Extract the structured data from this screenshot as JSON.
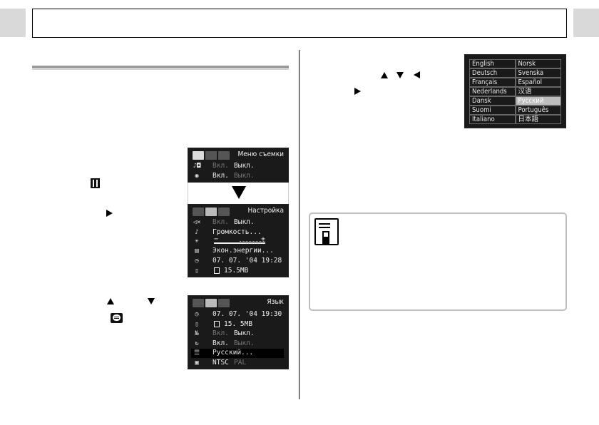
{
  "menu_shoot": {
    "title": "Меню съемки",
    "rows": [
      {
        "icon": "camera-sound-icon",
        "glyph": "♪◘",
        "v1": "Вкл.",
        "v2": "Выкл.",
        "v1_dim": true,
        "v2_dim": false
      },
      {
        "icon": "eye-icon",
        "glyph": "◉",
        "v1": "Вкл.",
        "v2": "Выкл.",
        "v1_dim": false,
        "v2_dim": true
      }
    ]
  },
  "menu_setup": {
    "title": "Настройка",
    "rows": [
      {
        "icon": "mute-icon",
        "glyph": "◁×",
        "v1": "Вкл.",
        "v2": "Выкл."
      },
      {
        "icon": "volume-icon",
        "glyph": "♪",
        "v1": "Громкость...",
        "v2": ""
      },
      {
        "icon": "brightness-icon",
        "glyph": "☀",
        "v1": "",
        "v2": ""
      },
      {
        "icon": "power-saving-icon",
        "glyph": "▤",
        "v1": "Экон.энергии...",
        "v2": ""
      },
      {
        "icon": "clock-icon",
        "glyph": "◷",
        "v1": "07. 07. '04 19:28",
        "v2": ""
      },
      {
        "icon": "card-icon",
        "glyph": "▯",
        "v1": "",
        "v2": "15.5MB"
      }
    ]
  },
  "menu_language": {
    "title": "Язык",
    "rows": [
      {
        "icon": "clock-icon",
        "glyph": "◷",
        "v1": "07. 07. '04 19:30",
        "v2": ""
      },
      {
        "icon": "card-icon",
        "glyph": "▯",
        "v1": "",
        "v2": "15. 5MB"
      },
      {
        "icon": "file-number-icon",
        "glyph": "№",
        "v1": "Вкл.",
        "v2": "Выкл."
      },
      {
        "icon": "auto-rotate-icon",
        "glyph": "↻",
        "v1": "Вкл.",
        "v2": "Выкл."
      },
      {
        "icon": "language-icon",
        "glyph": "☰",
        "v1": "Русский...",
        "v2": ""
      },
      {
        "icon": "video-system-icon",
        "glyph": "▣",
        "v1": "NTSC",
        "v2": "PAL"
      }
    ]
  },
  "languages": [
    "English",
    "Norsk",
    "Deutsch",
    "Svenska",
    "Français",
    "Español",
    "Nederlands",
    "汉语",
    "Dansk",
    "Русский",
    "Suomi",
    "Português",
    "Italiano",
    "日本語"
  ],
  "selected_language": "Русский"
}
